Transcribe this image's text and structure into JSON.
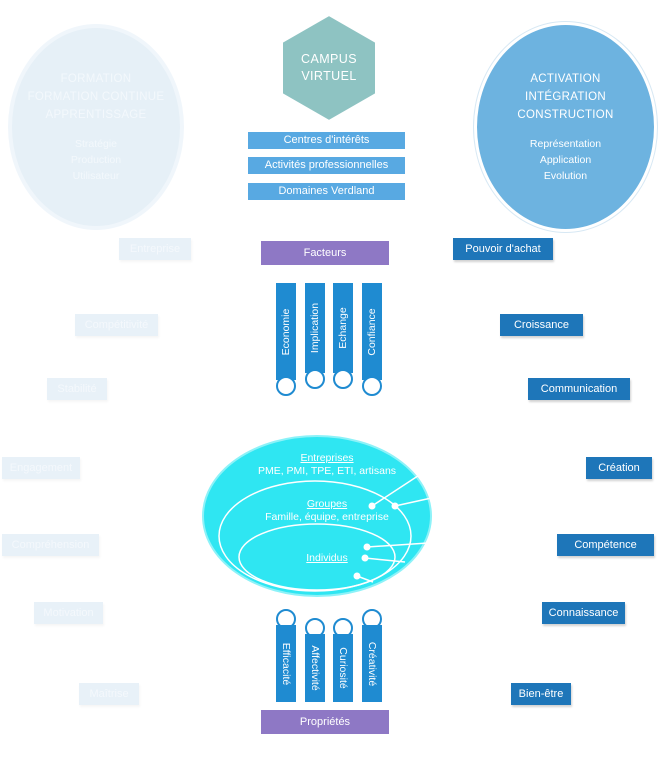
{
  "colors": {
    "left_circle": "#e6f0f7",
    "right_circle": "#6db3e0",
    "hexagon": "#8ec3c2",
    "top_boxes": "#58a9e2",
    "purple_boxes": "#8e78c5",
    "bars": "#1f8bd1",
    "right_labels": "#1e76b9",
    "left_labels": "#e8f1f8",
    "ellipse": "#2fe6f2"
  },
  "left_circle": {
    "title_lines": [
      "FORMATION",
      "FORMATION CONTINUE",
      "APPRENTISSAGE"
    ],
    "sub_lines": [
      "Stratégie",
      "Production",
      "Utilisateur"
    ]
  },
  "hexagon": {
    "lines": [
      "CAMPUS",
      "VIRTUEL"
    ]
  },
  "right_circle": {
    "title_lines": [
      "ACTIVATION",
      "INTÉGRATION",
      "CONSTRUCTION"
    ],
    "sub_lines": [
      "Représentation",
      "Application",
      "Evolution"
    ]
  },
  "top_boxes": [
    "Centres d'intérêts",
    "Activités professionnelles",
    "Domaines Verdland"
  ],
  "facteurs": {
    "title": "Facteurs",
    "bars": [
      "Economie",
      "Implication",
      "Echange",
      "Confiance"
    ]
  },
  "proprietes": {
    "title": "Propriétés",
    "bars": [
      "Efficacité",
      "Affectivité",
      "Curiosité",
      "Créativité"
    ]
  },
  "ellipse": {
    "entreprises_title": "Entreprises",
    "entreprises_sub": "PME, PMI, TPE, ETI, artisans",
    "groupes_title": "Groupes",
    "groupes_sub": "Famille, équipe, entreprise",
    "individus": "Individus"
  },
  "left_labels": [
    "Entreprise",
    "Compétitivité",
    "Stabilité",
    "Engagement",
    "Compréhension",
    "Motivation",
    "Maîtrise"
  ],
  "right_labels": [
    "Pouvoir d'achat",
    "Croissance",
    "Communication",
    "Création",
    "Compétence",
    "Connaissance",
    "Bien-être"
  ]
}
